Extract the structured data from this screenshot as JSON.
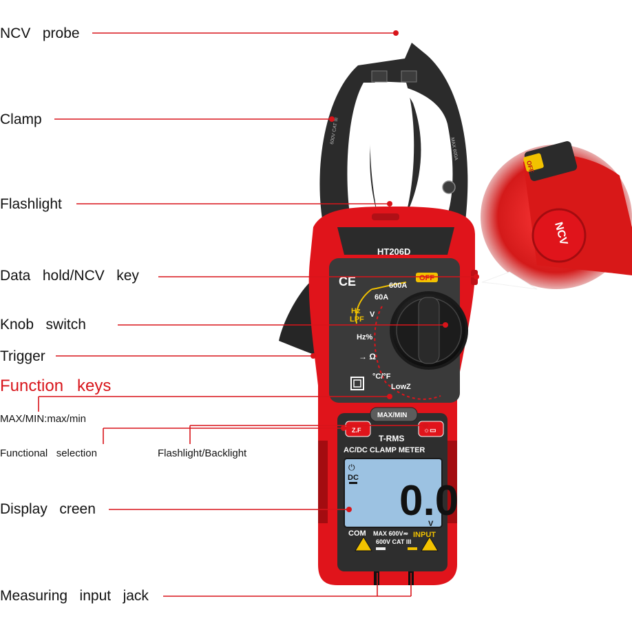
{
  "callouts": {
    "ncv_probe": "NCV   probe",
    "clamp": "Clamp",
    "flashlight": "Flashlight",
    "data_hold": "Data   hold/NCV   key",
    "knob_switch": "Knob   switch",
    "trigger": "Trigger",
    "function_keys": "Function   keys",
    "maxmin": "MAX/MIN:max/min",
    "functional_selection": "Functional   selection",
    "flashlight_backlight": "Flashlight/Backlight",
    "display_screen": "Display   creen",
    "measuring_jack": "Measuring   input   jack"
  },
  "device": {
    "model": "HT206D",
    "ce": "CE",
    "off": "OFF",
    "range_600a": "600A",
    "range_60a": "60A",
    "hz_lpf_1": "Hz",
    "hz_lpf_2": "LPF",
    "v_label": "V",
    "hz_pct": "Hz%",
    "diode_ohm": "→ Ω",
    "temp": "°C/°F",
    "lowz": "LowZ",
    "maxmin_key": "MAX/MIN",
    "zf_key": "Z.F",
    "trms": "T-RMS",
    "acdc": "AC/DC CLAMP METER",
    "lcd_dc": "DC",
    "lcd_reading": "0.0",
    "lcd_unit": "V",
    "com": "COM",
    "max600": "MAX 600V≂",
    "cat": "600V CAT III",
    "input": "INPUT",
    "jaw_left": "600V CAT III",
    "jaw_right": "MAX 600A"
  },
  "inset": {
    "ncv_text": "NCV",
    "off_text": "OFF"
  },
  "colors": {
    "body_red": "#e0141b",
    "dark_red": "#a30c10",
    "jaw_dark": "#2b2b2b",
    "callout_line": "#d8141a",
    "lcd": "#9cc2e2",
    "yellow": "#f2c200"
  }
}
